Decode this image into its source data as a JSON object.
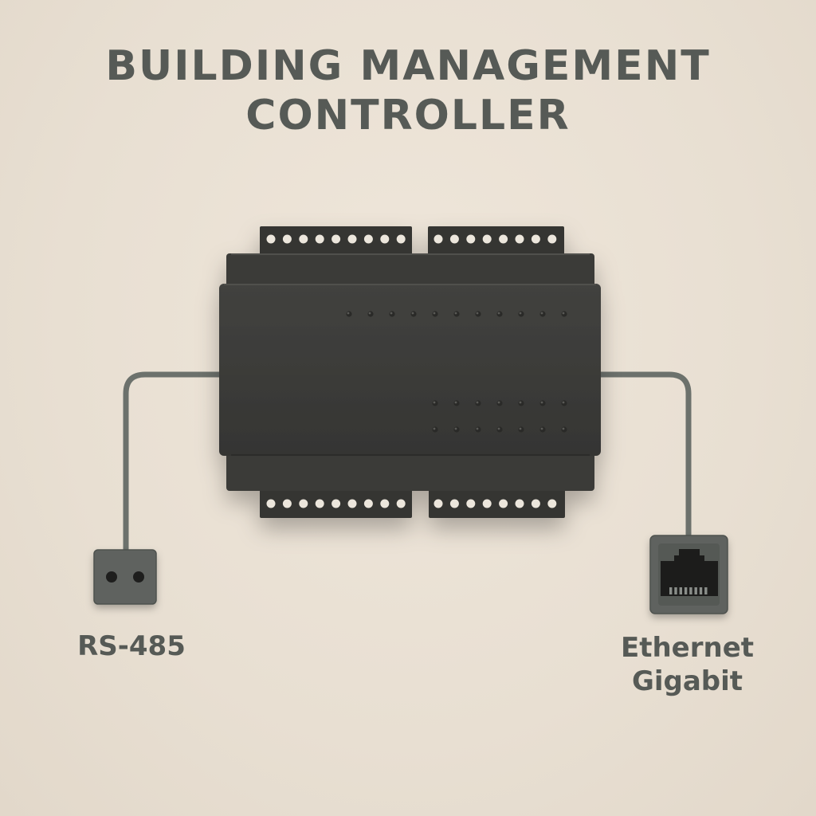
{
  "title": {
    "line1": "BUILDING MANAGEMENT",
    "line2": "CONTROLLER"
  },
  "ports": {
    "rs485": {
      "label": "RS-485",
      "icon": "rs485-port-icon"
    },
    "ethernet": {
      "line1": "Ethernet",
      "line2": "Gigabit",
      "icon": "rj45-port-icon"
    }
  },
  "colors": {
    "background": "#ebe2d6",
    "device": "#3b3b38",
    "text": "#565a56",
    "cable": "#6c716c"
  }
}
